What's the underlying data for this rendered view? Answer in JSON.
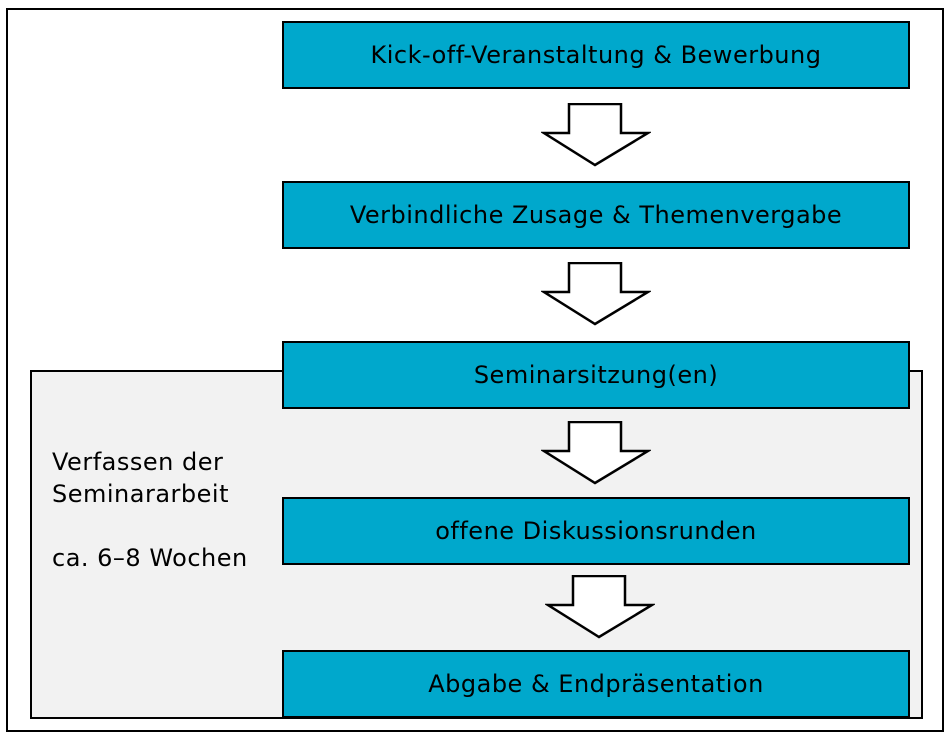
{
  "colors": {
    "step_fill": "#00A8CC",
    "phase_fill": "#F2F2F2",
    "border": "#000000",
    "arrow_fill": "#FFFFFF"
  },
  "steps": [
    {
      "label": "Kick-off-Veranstaltung & Bewerbung"
    },
    {
      "label": "Verbindliche Zusage & Themenvergabe"
    },
    {
      "label": "Seminarsitzung(en)"
    },
    {
      "label": "offene Diskussionsrunden"
    },
    {
      "label": "Abgabe & Endpräsentation"
    }
  ],
  "phase": {
    "line1": "Verfassen der",
    "line2": "Seminararbeit",
    "duration": "ca. 6–8 Wochen"
  },
  "arrows": [
    {
      "icon": "down-arrow-icon"
    },
    {
      "icon": "down-arrow-icon"
    },
    {
      "icon": "down-arrow-icon"
    },
    {
      "icon": "down-arrow-icon"
    }
  ]
}
